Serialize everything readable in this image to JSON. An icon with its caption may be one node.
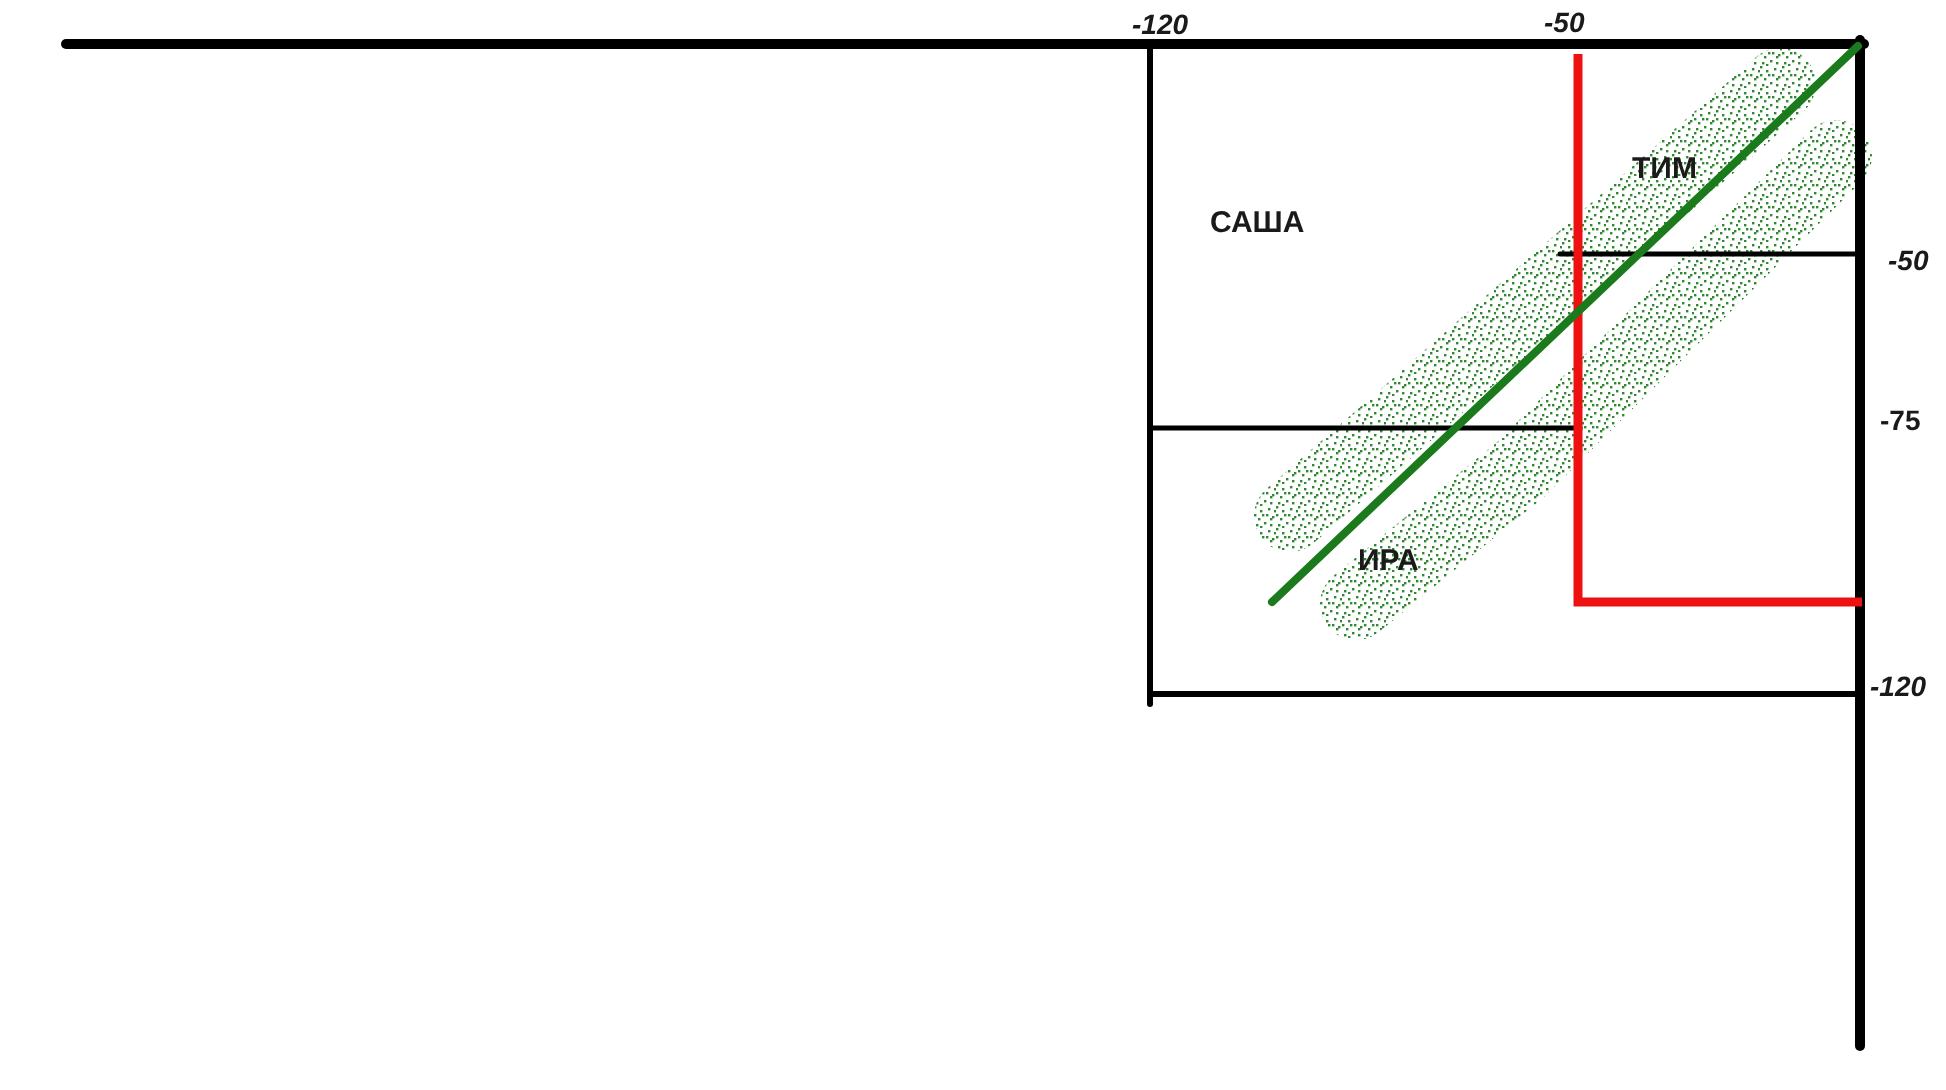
{
  "diagram": {
    "labels": [
      "-120",
      "-50",
      "ТИМ",
      "САША",
      "-50",
      "-75",
      "ИРА",
      "-120"
    ]
  }
}
